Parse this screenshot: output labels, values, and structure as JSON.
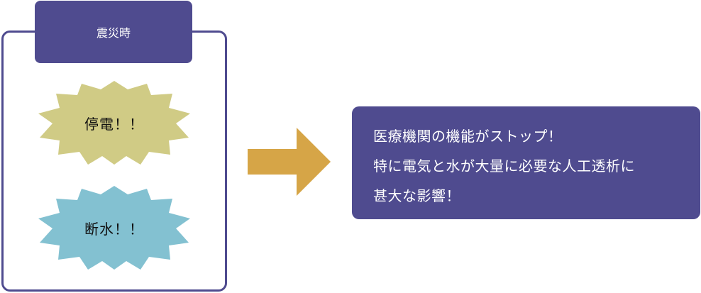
{
  "colors": {
    "primary": "#4f4b8f",
    "burst_power": "#d0cb85",
    "burst_water": "#83c1d1",
    "arrow": "#d6a547",
    "text_dark": "#111111",
    "text_light": "#ffffff"
  },
  "panel": {
    "title": "震災時",
    "items": [
      {
        "label": "停電！！",
        "shape": "starburst",
        "color": "#d0cb85"
      },
      {
        "label": "断水！！",
        "shape": "starburst",
        "color": "#83c1d1"
      }
    ]
  },
  "arrow": {
    "direction": "right",
    "color": "#d6a547"
  },
  "result": {
    "lines": [
      "医療機関の機能がストップ！",
      "特に電気と水が大量に必要な人工透析に",
      "甚大な影響！"
    ]
  }
}
